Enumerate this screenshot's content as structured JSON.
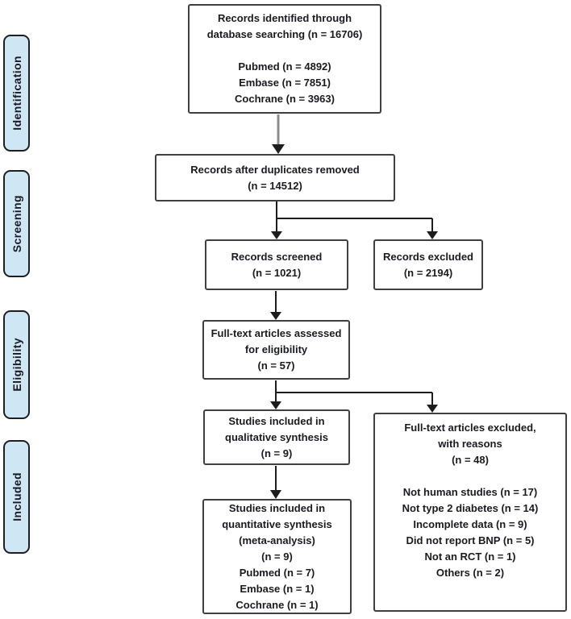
{
  "colors": {
    "background": "#ffffff",
    "box_border": "#3f3f3f",
    "text": "#1a1a22",
    "label_fill": "#cfe7f4",
    "label_border": "#1f1f1f",
    "line": "#1d1d1d",
    "gray_line": "#8c8c8c"
  },
  "stage_labels": {
    "identification": "Identification",
    "screening": "Screening",
    "eligibility": "Eligibility",
    "included": "Included"
  },
  "boxes": {
    "identified": {
      "lines": [
        "Records identified through",
        "database searching (n = 16706)",
        "",
        "Pubmed (n = 4892)",
        "Embase (n = 7851)",
        "Cochrane (n = 3963)"
      ]
    },
    "duplicates_removed": {
      "lines": [
        "Records after duplicates removed",
        "(n = 14512)"
      ]
    },
    "screened": {
      "lines": [
        "Records screened",
        "(n = 1021)"
      ]
    },
    "excluded": {
      "lines": [
        "Records excluded",
        "(n = 2194)"
      ]
    },
    "full_text_assessed": {
      "lines": [
        "Full-text articles assessed",
        "for eligibility",
        "(n = 57)"
      ]
    },
    "qualitative": {
      "lines": [
        "Studies included in",
        "qualitative synthesis",
        "(n = 9)"
      ]
    },
    "quantitative": {
      "lines": [
        "Studies included in",
        "quantitative synthesis",
        "(meta-analysis)",
        "(n = 9)",
        "Pubmed (n = 7)",
        "Embase (n = 1)",
        "Cochrane (n = 1)"
      ]
    },
    "full_text_excluded": {
      "lines": [
        "Full-text articles excluded,",
        "with reasons",
        "(n = 48)",
        "",
        "Not human studies (n = 17)",
        "Not type 2 diabetes (n = 14)",
        "Incomplete data (n = 9)",
        "Did not report BNP (n = 5)",
        "Not an RCT (n = 1)",
        "Others (n = 2)"
      ]
    }
  }
}
